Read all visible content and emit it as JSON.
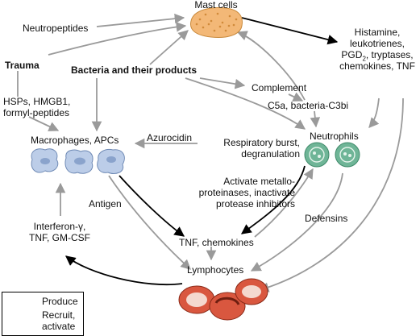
{
  "nodes": {
    "mast_cells": "Mast cells",
    "mediators_l1": "Histamine,",
    "mediators_l2": "leukotrienes,",
    "mediators_l3_pre": "PGD",
    "mediators_l3_sub": "2",
    "mediators_l3_post": ", tryptases,",
    "mediators_l4": "chemokines, TNF",
    "neutropeptides": "Neutropeptides",
    "trauma": "Trauma",
    "bacteria": "Bacteria and their products",
    "complement": "Complement",
    "c5a": "C5a, bacteria-C3bi",
    "hsps_l1": "HSPs, HMGB1,",
    "hsps_l2": "formyl-peptides",
    "azurocidin": "Azurocidin",
    "resp_l1": "Respiratory burst,",
    "resp_l2": "degranulation",
    "neutrophils": "Neutrophils",
    "macrophages": "Macrophages, APCs",
    "metallo_l1": "Activate metallo-",
    "metallo_l2": "proteinases, inactivate",
    "metallo_l3": "protease inhibitors",
    "antigen": "Antigen",
    "defensins": "Defensins",
    "interferon_l1": "Interferon-γ,",
    "interferon_l2": "TNF, GM-CSF",
    "tnf_chemokines": "TNF, chemokines",
    "lymphocytes": "Lymphocytes"
  },
  "legend": {
    "produce": "Produce",
    "recruit_l1": "Recruit,",
    "recruit_l2": "activate"
  },
  "colors": {
    "produce_arrow": "#000000",
    "recruit_arrow": "#9a9a9a",
    "mast_cell_fill": "#f3b877",
    "macrophage_fill": "#bccde8",
    "neutrophil_fill": "#6fb597",
    "lymphocyte_fill": "#d9573f"
  }
}
